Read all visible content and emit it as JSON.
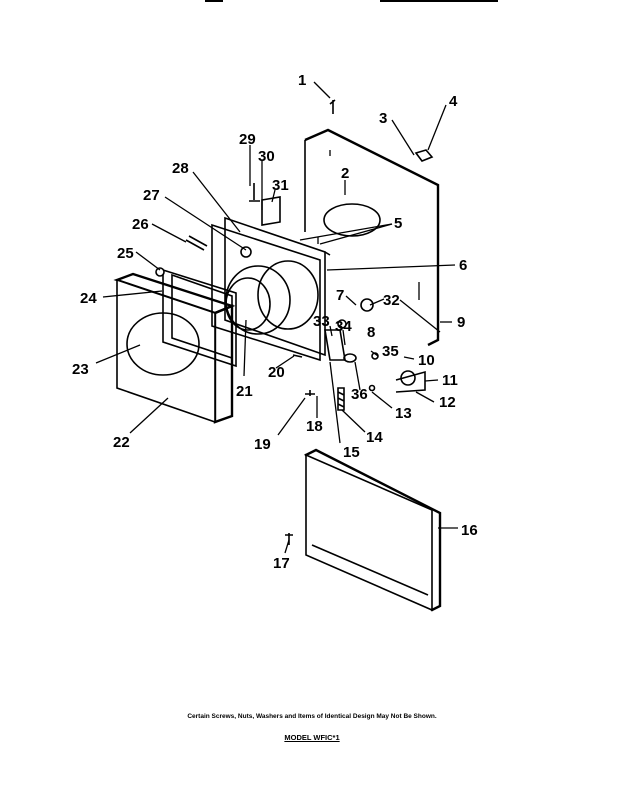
{
  "diagram": {
    "callouts": [
      "1",
      "2",
      "3",
      "4",
      "5",
      "6",
      "7",
      "8",
      "9",
      "10",
      "11",
      "12",
      "13",
      "14",
      "15",
      "16",
      "17",
      "18",
      "19",
      "20",
      "21",
      "22",
      "23",
      "24",
      "25",
      "26",
      "27",
      "28",
      "29",
      "30",
      "31",
      "32",
      "33",
      "34",
      "35",
      "36"
    ],
    "footer": {
      "disclaimer": "Certain Screws, Nuts, Washers and Items of Identical Design May Not Be Shown.",
      "model": "MODEL WFIC*1"
    }
  }
}
